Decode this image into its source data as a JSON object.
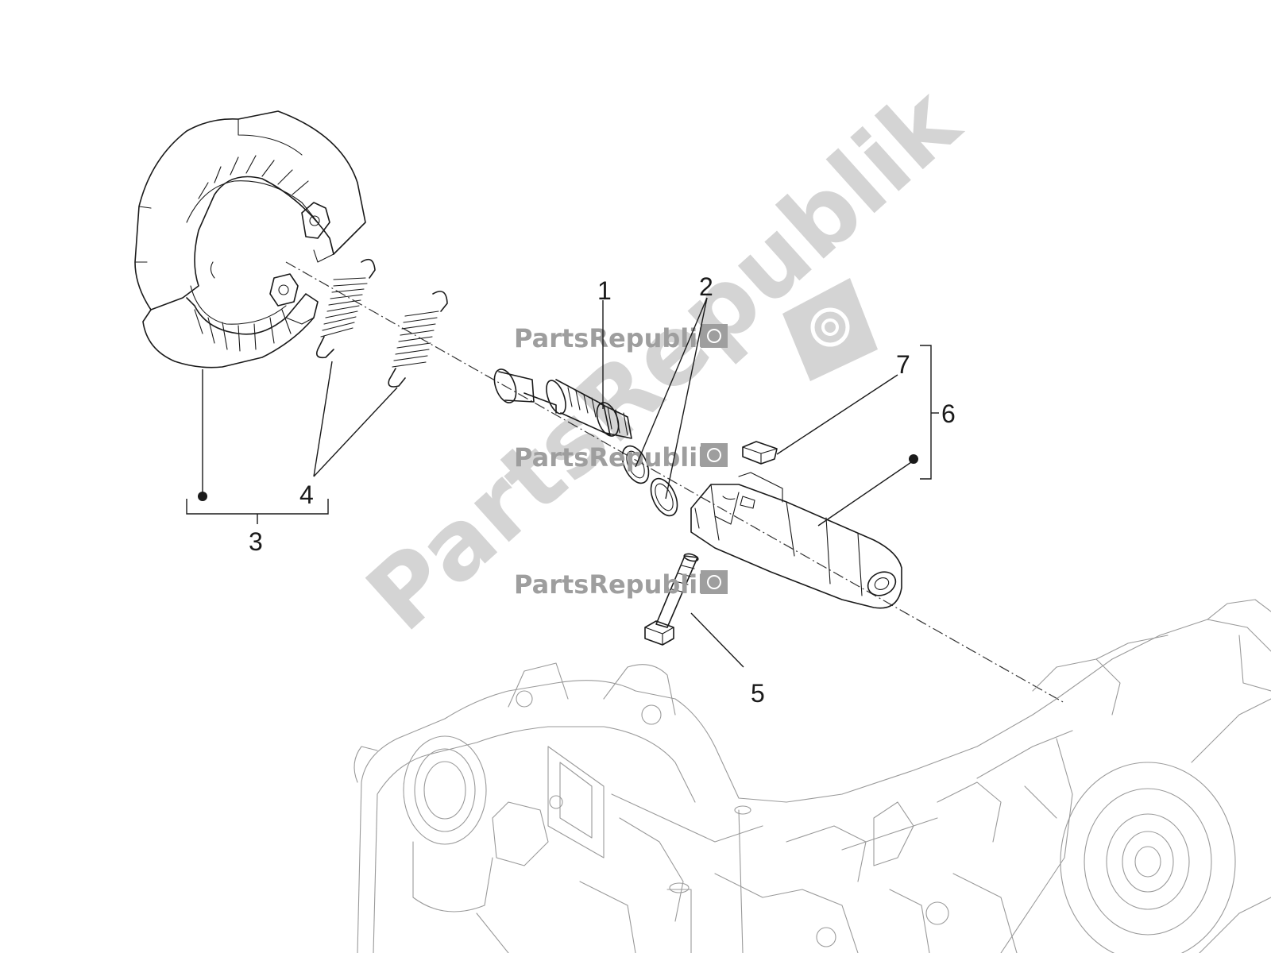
{
  "callouts": [
    "1",
    "2",
    "3",
    "4",
    "5",
    "6",
    "7"
  ],
  "watermark": {
    "brand": "PartsRepublik",
    "small_brand": "PartsRepublik",
    "mark_color": "#cfcfcf",
    "icon": "gear-icon"
  }
}
